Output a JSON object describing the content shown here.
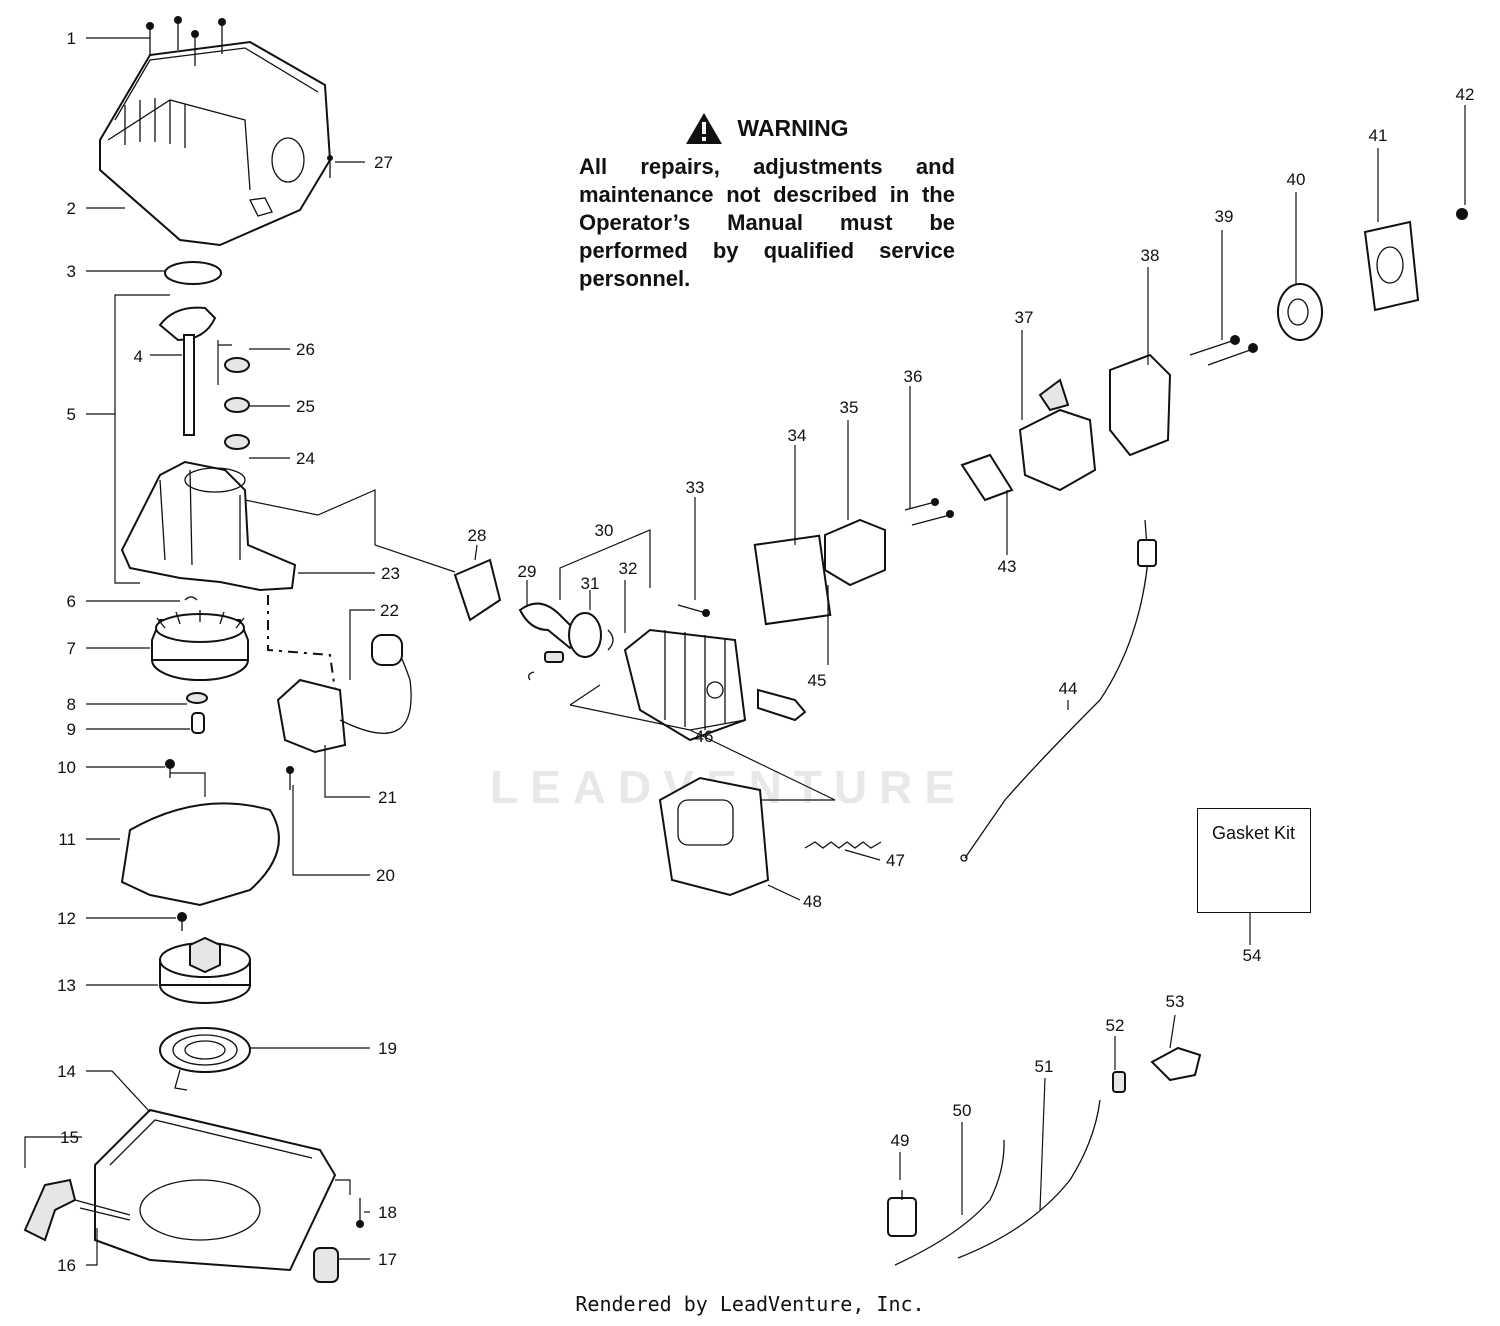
{
  "warning": {
    "heading": "WARNING",
    "text": "All repairs, adjustments and maintenance not described in the Operator’s Manual must be performed by qualified service personnel.",
    "icon": "warning-triangle-icon"
  },
  "watermark": "LEADVENTURE",
  "gasket_kit": "Gasket Kit",
  "footer": "Rendered by LeadVenture, Inc.",
  "callouts": [
    {
      "id": "c1",
      "label": "1"
    },
    {
      "id": "c2",
      "label": "2"
    },
    {
      "id": "c3",
      "label": "3"
    },
    {
      "id": "c4",
      "label": "4"
    },
    {
      "id": "c5",
      "label": "5"
    },
    {
      "id": "c6",
      "label": "6"
    },
    {
      "id": "c7",
      "label": "7"
    },
    {
      "id": "c8",
      "label": "8"
    },
    {
      "id": "c9",
      "label": "9"
    },
    {
      "id": "c10",
      "label": "10"
    },
    {
      "id": "c11",
      "label": "11"
    },
    {
      "id": "c12",
      "label": "12"
    },
    {
      "id": "c13",
      "label": "13"
    },
    {
      "id": "c14",
      "label": "14"
    },
    {
      "id": "c15",
      "label": "15"
    },
    {
      "id": "c16",
      "label": "16"
    },
    {
      "id": "c17",
      "label": "17"
    },
    {
      "id": "c18",
      "label": "18"
    },
    {
      "id": "c19",
      "label": "19"
    },
    {
      "id": "c20",
      "label": "20"
    },
    {
      "id": "c21",
      "label": "21"
    },
    {
      "id": "c22",
      "label": "22"
    },
    {
      "id": "c23",
      "label": "23"
    },
    {
      "id": "c24",
      "label": "24"
    },
    {
      "id": "c25",
      "label": "25"
    },
    {
      "id": "c26",
      "label": "26"
    },
    {
      "id": "c27",
      "label": "27"
    },
    {
      "id": "c28",
      "label": "28"
    },
    {
      "id": "c29",
      "label": "29"
    },
    {
      "id": "c30",
      "label": "30"
    },
    {
      "id": "c31",
      "label": "31"
    },
    {
      "id": "c32",
      "label": "32"
    },
    {
      "id": "c33",
      "label": "33"
    },
    {
      "id": "c34",
      "label": "34"
    },
    {
      "id": "c35",
      "label": "35"
    },
    {
      "id": "c36",
      "label": "36"
    },
    {
      "id": "c37",
      "label": "37"
    },
    {
      "id": "c38",
      "label": "38"
    },
    {
      "id": "c39",
      "label": "39"
    },
    {
      "id": "c40",
      "label": "40"
    },
    {
      "id": "c41",
      "label": "41"
    },
    {
      "id": "c42",
      "label": "42"
    },
    {
      "id": "c43",
      "label": "43"
    },
    {
      "id": "c44",
      "label": "44"
    },
    {
      "id": "c45",
      "label": "45"
    },
    {
      "id": "c46",
      "label": "46"
    },
    {
      "id": "c47",
      "label": "47"
    },
    {
      "id": "c48",
      "label": "48"
    },
    {
      "id": "c49",
      "label": "49"
    },
    {
      "id": "c50",
      "label": "50"
    },
    {
      "id": "c51",
      "label": "51"
    },
    {
      "id": "c52",
      "label": "52"
    },
    {
      "id": "c53",
      "label": "53"
    },
    {
      "id": "c54",
      "label": "54"
    }
  ]
}
